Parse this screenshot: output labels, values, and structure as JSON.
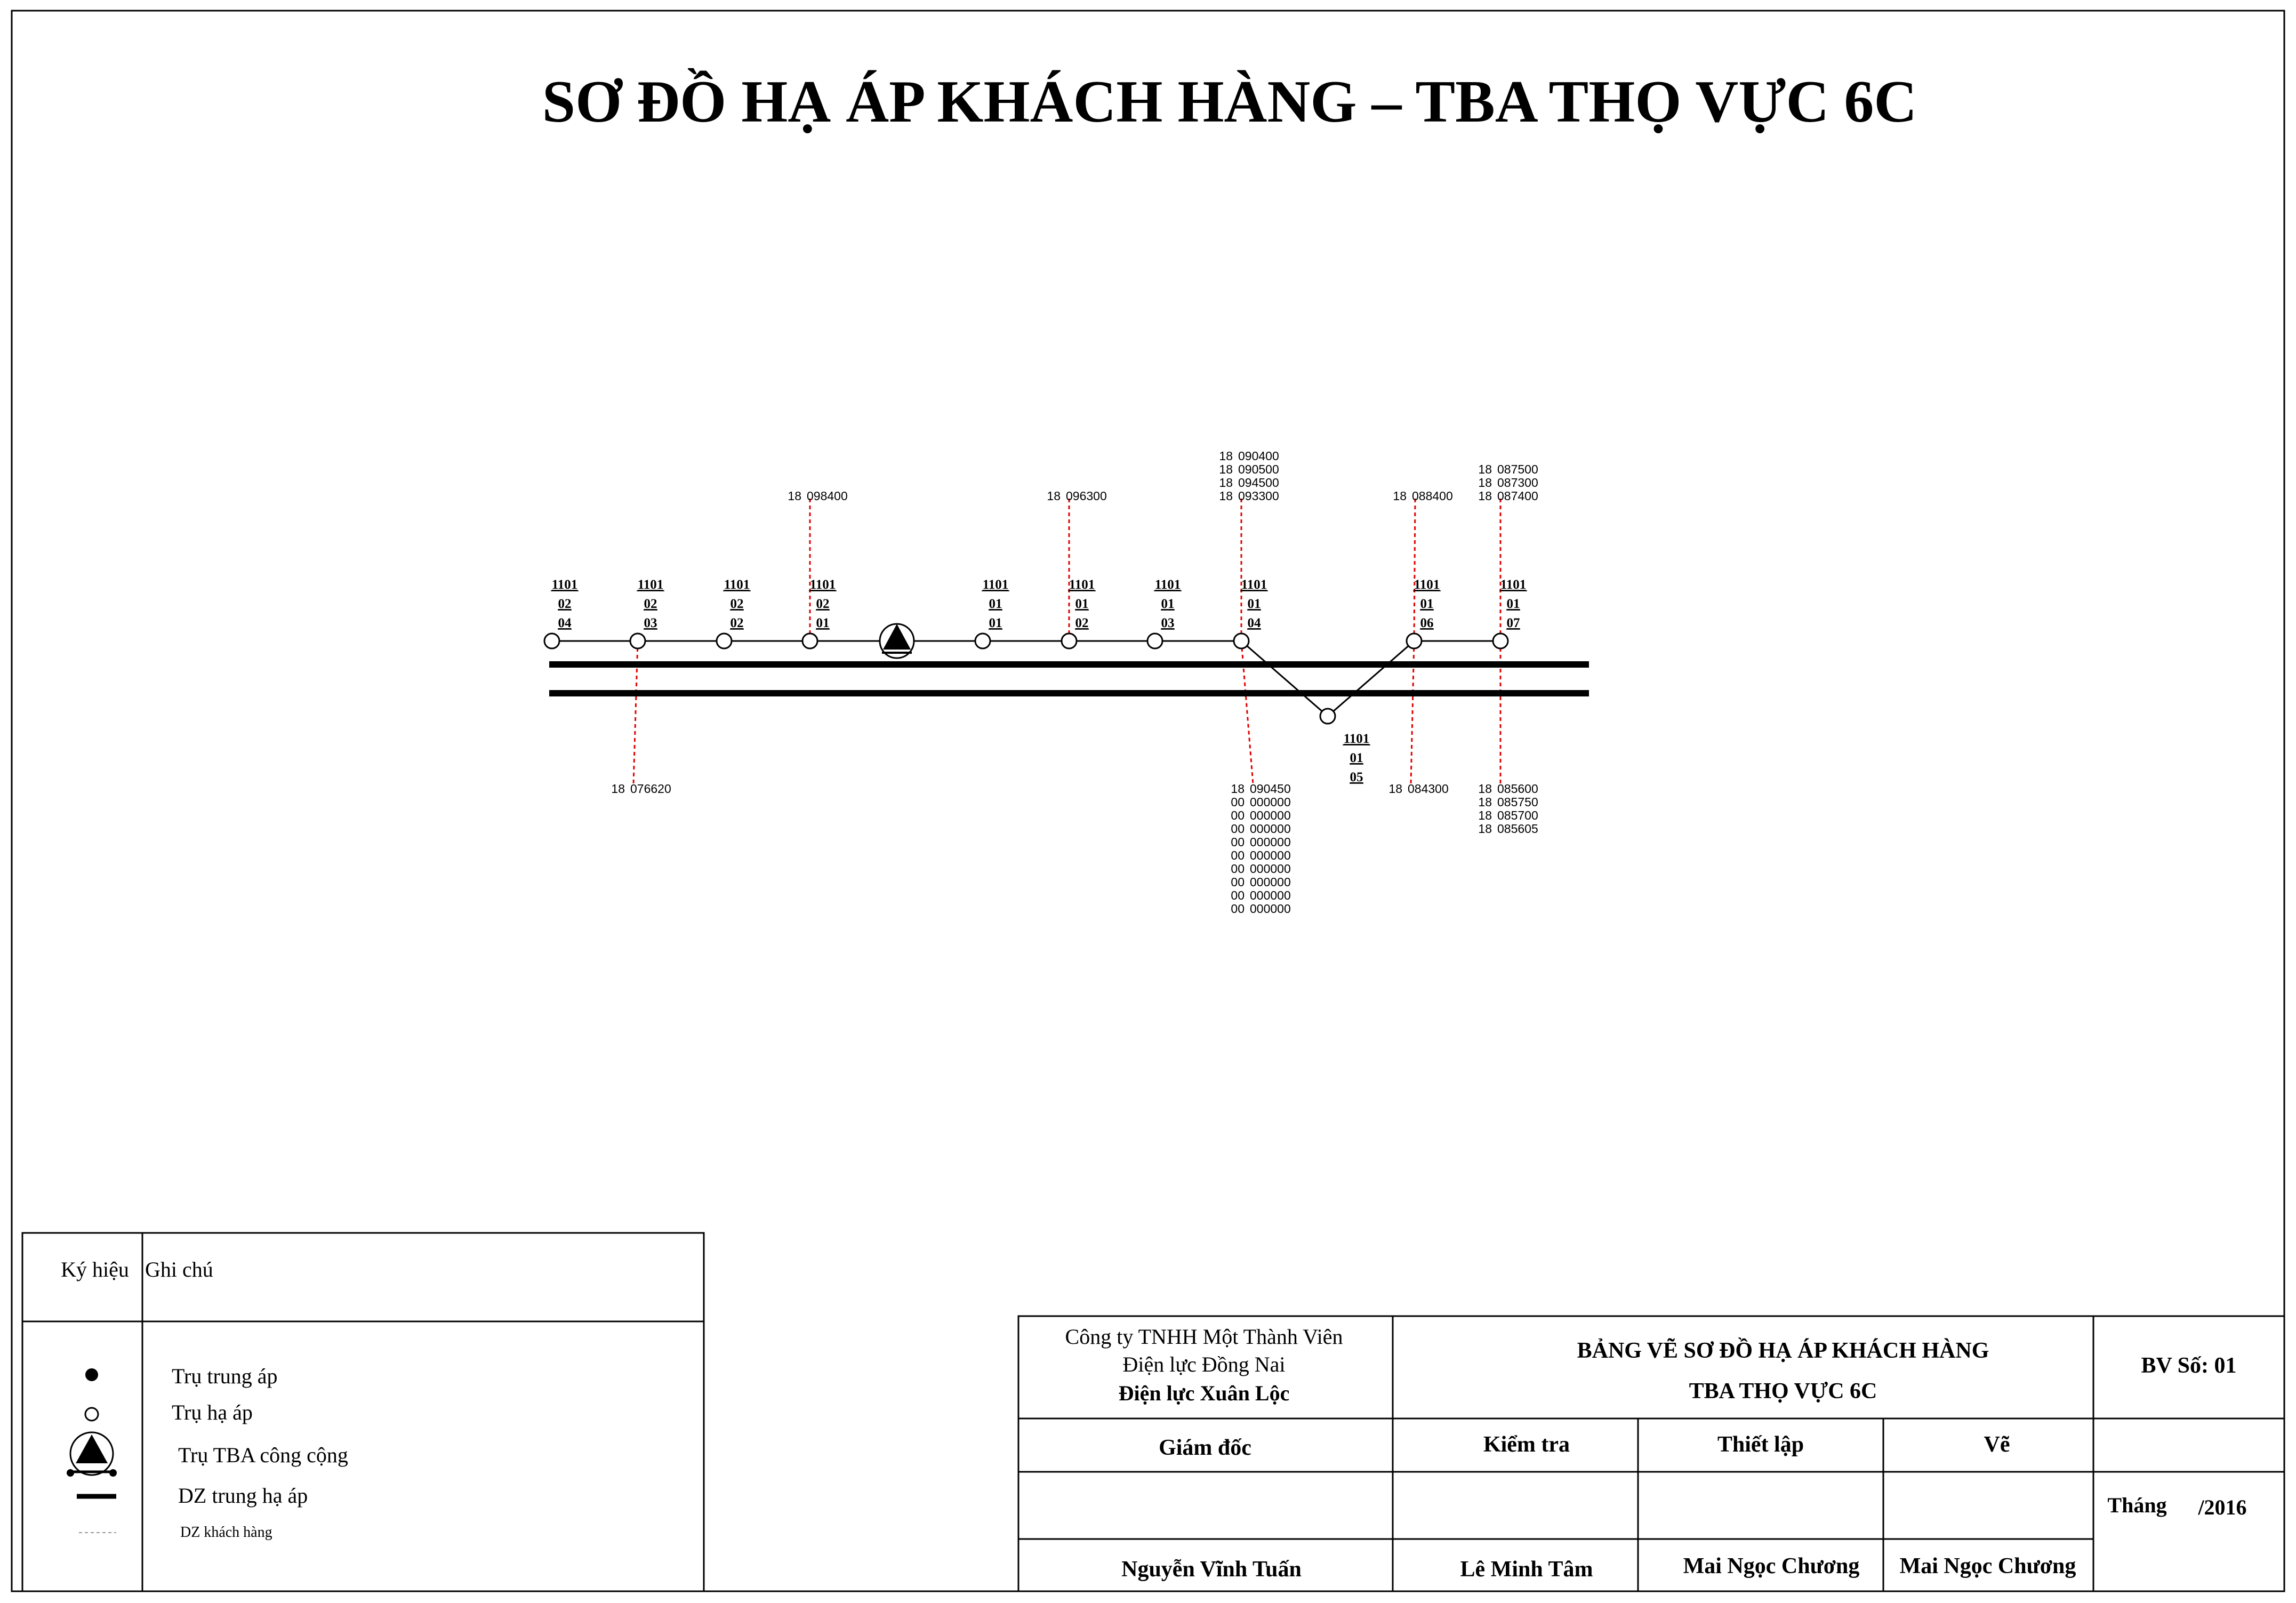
{
  "title": "SƠ ĐỒ HẠ ÁP KHÁCH HÀNG – TBA THỌ VỰC 6C",
  "colors": {
    "line": "#000000",
    "customer_line": "#e00000",
    "background": "#ffffff"
  },
  "poles": [
    {
      "id": "p-02-04",
      "code": [
        "1101",
        "02",
        "04"
      ]
    },
    {
      "id": "p-02-03",
      "code": [
        "1101",
        "02",
        "03"
      ]
    },
    {
      "id": "p-02-02",
      "code": [
        "1101",
        "02",
        "02"
      ]
    },
    {
      "id": "p-02-01",
      "code": [
        "1101",
        "02",
        "01"
      ]
    },
    {
      "id": "p-01-01",
      "code": [
        "1101",
        "01",
        "01"
      ]
    },
    {
      "id": "p-01-02",
      "code": [
        "1101",
        "01",
        "02"
      ]
    },
    {
      "id": "p-01-03",
      "code": [
        "1101",
        "01",
        "03"
      ]
    },
    {
      "id": "p-01-04",
      "code": [
        "1101",
        "01",
        "04"
      ]
    },
    {
      "id": "p-01-05",
      "code": [
        "1101",
        "01",
        "05"
      ]
    },
    {
      "id": "p-01-06",
      "code": [
        "1101",
        "01",
        "06"
      ]
    },
    {
      "id": "p-01-07",
      "code": [
        "1101",
        "01",
        "07"
      ]
    }
  ],
  "customers": [
    {
      "pole": "p-02-01",
      "side": "up",
      "codes": [
        [
          "18",
          "098400"
        ]
      ]
    },
    {
      "pole": "p-01-02",
      "side": "up",
      "codes": [
        [
          "18",
          "096300"
        ]
      ]
    },
    {
      "pole": "p-01-04",
      "side": "up",
      "codes": [
        [
          "18",
          "090400"
        ],
        [
          "18",
          "090500"
        ],
        [
          "18",
          "094500"
        ],
        [
          "18",
          "093300"
        ]
      ]
    },
    {
      "pole": "p-01-06",
      "side": "up",
      "codes": [
        [
          "18",
          "088400"
        ]
      ]
    },
    {
      "pole": "p-01-07",
      "side": "up",
      "codes": [
        [
          "18",
          "087500"
        ],
        [
          "18",
          "087300"
        ],
        [
          "18",
          "087400"
        ]
      ]
    },
    {
      "pole": "p-02-03",
      "side": "down",
      "codes": [
        [
          "18",
          "076620"
        ]
      ]
    },
    {
      "pole": "p-01-04",
      "side": "down",
      "codes": [
        [
          "18",
          "090450"
        ],
        [
          "00",
          "000000"
        ],
        [
          "00",
          "000000"
        ],
        [
          "00",
          "000000"
        ],
        [
          "00",
          "000000"
        ],
        [
          "00",
          "000000"
        ],
        [
          "00",
          "000000"
        ],
        [
          "00",
          "000000"
        ],
        [
          "00",
          "000000"
        ],
        [
          "00",
          "000000"
        ]
      ]
    },
    {
      "pole": "p-01-06",
      "side": "down",
      "codes": [
        [
          "18",
          "084300"
        ]
      ]
    },
    {
      "pole": "p-01-07",
      "side": "down",
      "codes": [
        [
          "18",
          "085600"
        ],
        [
          "18",
          "085750"
        ],
        [
          "18",
          "085700"
        ],
        [
          "18",
          "085605"
        ]
      ]
    }
  ],
  "legend": {
    "col_symbol": "Ký hiệu",
    "col_note": "Ghi chú",
    "items": [
      {
        "symbol": "mv-pole-icon",
        "label": "Trụ trung áp"
      },
      {
        "symbol": "lv-pole-icon",
        "label": "Trụ hạ áp"
      },
      {
        "symbol": "public-substation-icon",
        "label": "Trụ TBA công cộng"
      },
      {
        "symbol": "mv-lv-line-icon",
        "label": "DZ trung hạ áp"
      },
      {
        "symbol": "customer-line-icon",
        "label": "DZ khách hàng"
      }
    ]
  },
  "title_block": {
    "company": [
      "Công ty TNHH Một Thành Viên",
      "Điện lực Đồng Nai",
      "Điện lực Xuân Lộc"
    ],
    "drawing_title": [
      "BẢNG VẼ SƠ ĐỒ HẠ ÁP KHÁCH HÀNG",
      "TBA THỌ VỰC 6C"
    ],
    "sheet_no": "BV Số: 01",
    "roles": [
      "Giám đốc",
      "Kiểm tra",
      "Thiết lập",
      "Vẽ"
    ],
    "names": [
      "Nguyễn Vĩnh Tuấn",
      "Lê Minh Tâm",
      "Mai Ngọc Chương",
      "Mai Ngọc Chương"
    ],
    "month_label": "Tháng",
    "year": "/2016"
  }
}
